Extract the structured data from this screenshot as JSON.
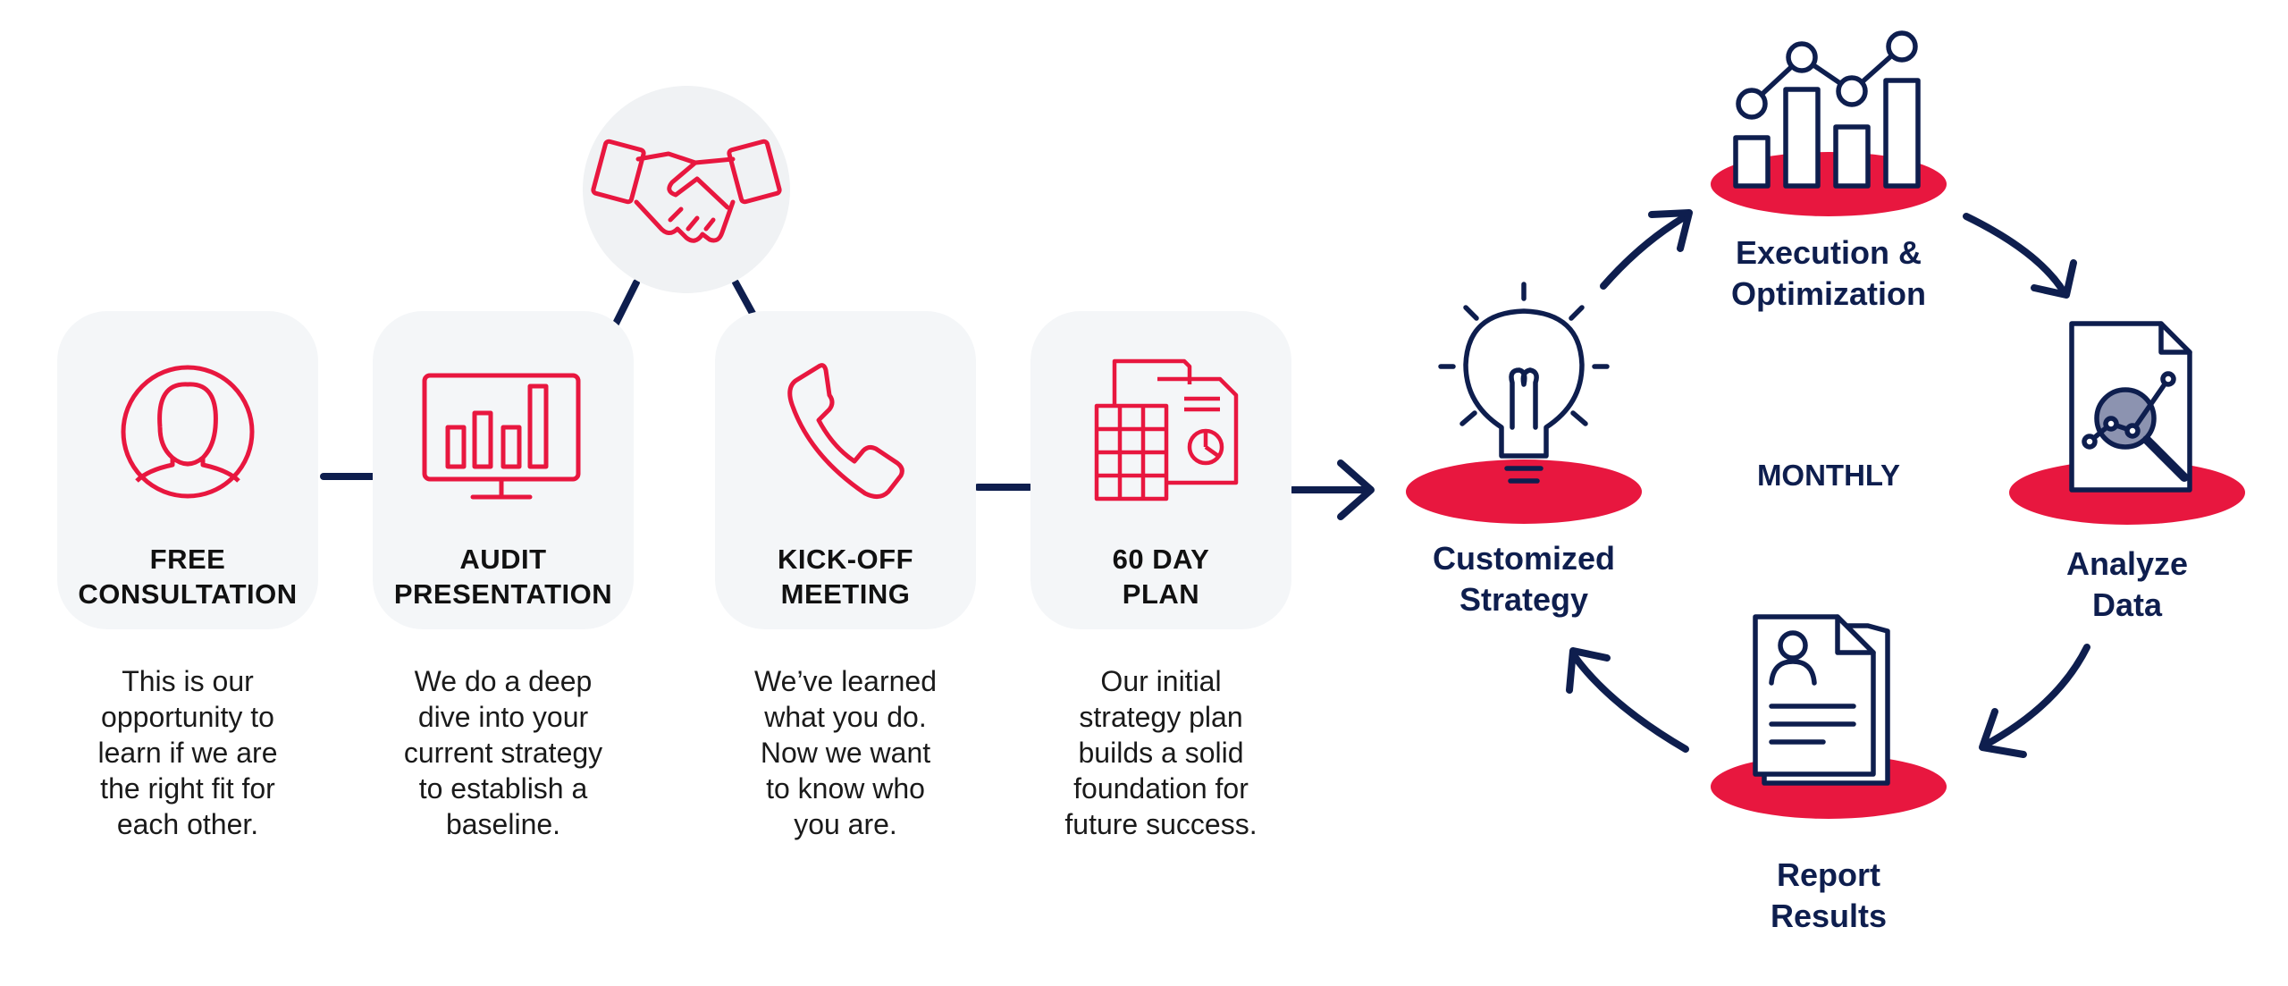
{
  "colors": {
    "navy": "#0e1e4e",
    "red": "#e8173f",
    "card": "#f4f6f8",
    "handshake_bg": "#f0f2f4"
  },
  "steps": [
    {
      "title_line1": "FREE",
      "title_line2": "CONSULTATION",
      "icon": "user-icon",
      "desc": [
        "This is our",
        "opportunity to",
        "learn if we are",
        "the right fit for",
        "each other."
      ]
    },
    {
      "title_line1": "AUDIT",
      "title_line2": "PRESENTATION",
      "icon": "monitor-chart-icon",
      "desc": [
        "We do a deep",
        "dive into your",
        "current strategy",
        "to establish a",
        "baseline."
      ]
    },
    {
      "title_line1": "KICK-OFF",
      "title_line2": "MEETING",
      "icon": "phone-icon",
      "desc": [
        "We’ve learned",
        "what you do.",
        "Now we want",
        "to know who",
        "you are."
      ]
    },
    {
      "title_line1": "60 DAY",
      "title_line2": "PLAN",
      "icon": "plan-documents-icon",
      "desc": [
        "Our initial",
        "strategy plan",
        "builds a solid",
        "foundation for",
        "future success."
      ]
    }
  ],
  "handshake_icon": "handshake-icon",
  "cycle": {
    "center_label": "MONTHLY",
    "nodes": [
      {
        "line1": "Customized",
        "line2": "Strategy",
        "icon": "lightbulb-icon"
      },
      {
        "line1": "Execution &",
        "line2": "Optimization",
        "icon": "bar-line-chart-icon"
      },
      {
        "line1": "Analyze",
        "line2": "Data",
        "icon": "document-magnifier-icon"
      },
      {
        "line1": "Report",
        "line2": "Results",
        "icon": "report-document-icon"
      }
    ]
  }
}
